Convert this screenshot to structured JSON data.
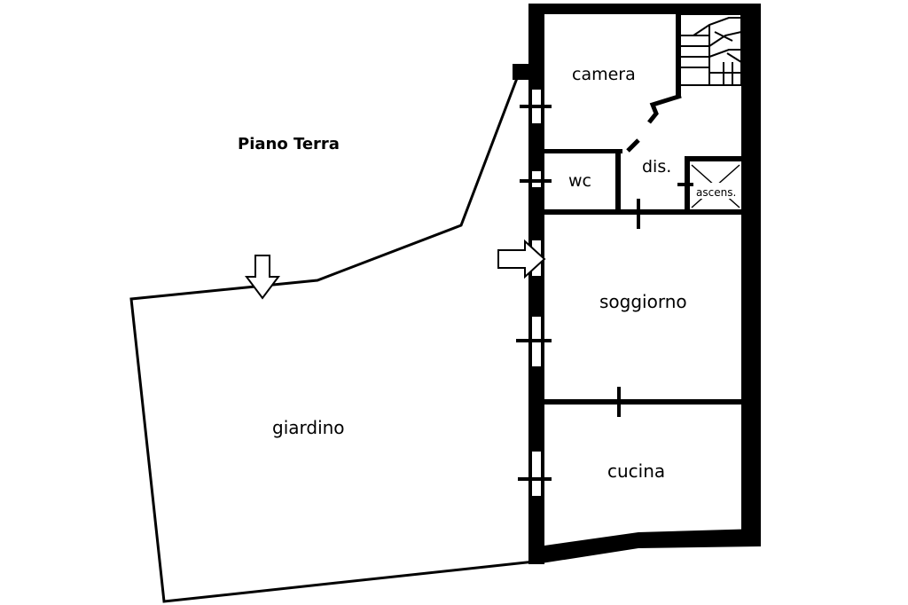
{
  "title": "Piano Terra",
  "rooms": {
    "camera": "camera",
    "wc": "wc",
    "dis": "dis.",
    "ascens": "ascens.",
    "soggiorno": "soggiorno",
    "cucina": "cucina",
    "giardino": "giardino"
  },
  "colors": {
    "wall": "#000000",
    "background": "#ffffff"
  }
}
